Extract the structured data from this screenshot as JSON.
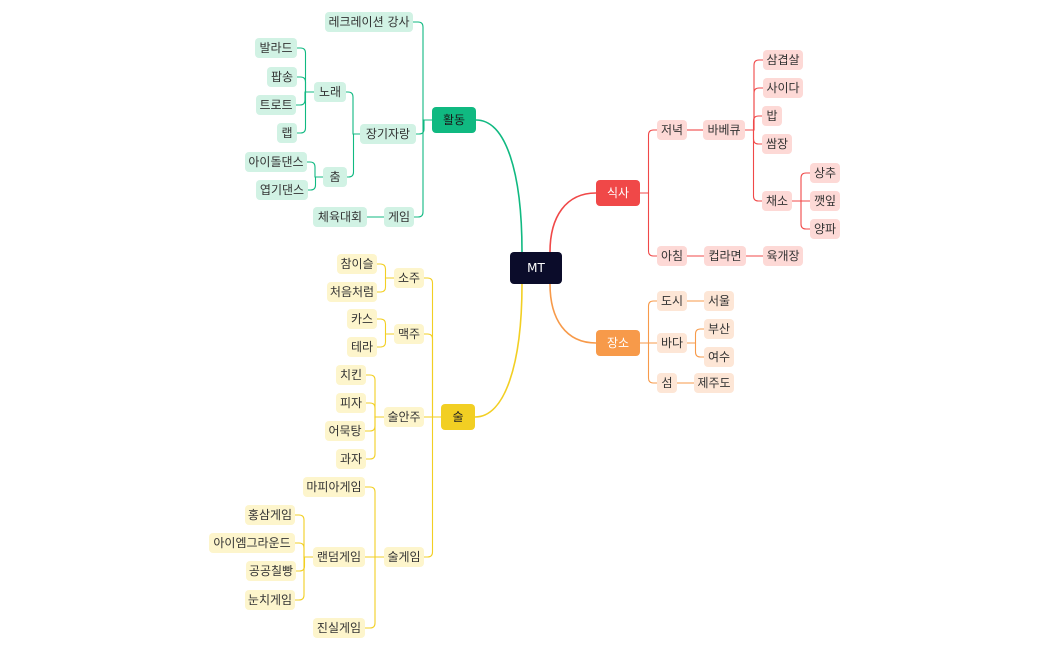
{
  "colors": {
    "root_bg": "#0b0c2a",
    "root_text": "#ffffff",
    "green": "#10b981",
    "green_light": "#d1f2e4",
    "red": "#f04848",
    "red_light": "#fdd9d6",
    "orange": "#f79a4a",
    "orange_light": "#fde6d6",
    "yellow": "#f2cf23",
    "yellow_light": "#fdf5cc",
    "text": "#333333"
  },
  "mindmap": {
    "root": {
      "id": "root",
      "label": "MT"
    },
    "branches": [
      {
        "id": "activity",
        "label": "활동",
        "color": "green",
        "children": [
          {
            "id": "recreation-instructor",
            "label": "레크레이션 강사"
          },
          {
            "id": "talent-show",
            "label": "장기자랑",
            "children": [
              {
                "id": "song",
                "label": "노래",
                "children": [
                  {
                    "id": "ballad",
                    "label": "발라드"
                  },
                  {
                    "id": "pop",
                    "label": "팝송"
                  },
                  {
                    "id": "trot",
                    "label": "트로트"
                  },
                  {
                    "id": "rap",
                    "label": "랩"
                  }
                ]
              },
              {
                "id": "dance",
                "label": "춤",
                "children": [
                  {
                    "id": "idol-dance",
                    "label": "아이돌댄스"
                  },
                  {
                    "id": "funny-dance",
                    "label": "엽기댄스"
                  }
                ]
              }
            ]
          },
          {
            "id": "game",
            "label": "게임",
            "children": [
              {
                "id": "sports-day",
                "label": "체육대회"
              }
            ]
          }
        ]
      },
      {
        "id": "meal",
        "label": "식사",
        "color": "red",
        "children": [
          {
            "id": "dinner",
            "label": "저녁",
            "children": [
              {
                "id": "bbq",
                "label": "바베큐",
                "children": [
                  {
                    "id": "samgyeopsal",
                    "label": "삼겹살"
                  },
                  {
                    "id": "cider",
                    "label": "사이다"
                  },
                  {
                    "id": "rice",
                    "label": "밥"
                  },
                  {
                    "id": "ssamjang",
                    "label": "쌈장"
                  },
                  {
                    "id": "vegetables",
                    "label": "채소",
                    "children": [
                      {
                        "id": "lettuce",
                        "label": "상추"
                      },
                      {
                        "id": "perilla",
                        "label": "깻잎"
                      },
                      {
                        "id": "onion",
                        "label": "양파"
                      }
                    ]
                  }
                ]
              }
            ]
          },
          {
            "id": "breakfast",
            "label": "아침",
            "children": [
              {
                "id": "cup-noodle",
                "label": "컵라면",
                "children": [
                  {
                    "id": "yukgaejang",
                    "label": "육개장"
                  }
                ]
              }
            ]
          }
        ]
      },
      {
        "id": "place",
        "label": "장소",
        "color": "orange",
        "children": [
          {
            "id": "city",
            "label": "도시",
            "children": [
              {
                "id": "seoul",
                "label": "서울"
              }
            ]
          },
          {
            "id": "sea",
            "label": "바다",
            "children": [
              {
                "id": "busan",
                "label": "부산"
              },
              {
                "id": "yeosu",
                "label": "여수"
              }
            ]
          },
          {
            "id": "island",
            "label": "섬",
            "children": [
              {
                "id": "jeju",
                "label": "제주도"
              }
            ]
          }
        ]
      },
      {
        "id": "alcohol",
        "label": "술",
        "color": "yellow",
        "children": [
          {
            "id": "soju",
            "label": "소주",
            "children": [
              {
                "id": "chamisul",
                "label": "참이슬"
              },
              {
                "id": "cheoeumcheoreom",
                "label": "처음처럼"
              }
            ]
          },
          {
            "id": "beer",
            "label": "맥주",
            "children": [
              {
                "id": "cass",
                "label": "카스"
              },
              {
                "id": "terra",
                "label": "테라"
              }
            ]
          },
          {
            "id": "snacks",
            "label": "술안주",
            "children": [
              {
                "id": "chicken",
                "label": "치킨"
              },
              {
                "id": "pizza",
                "label": "피자"
              },
              {
                "id": "fishcake-soup",
                "label": "어묵탕"
              },
              {
                "id": "chips",
                "label": "과자"
              }
            ]
          },
          {
            "id": "drinking-games",
            "label": "술게임",
            "children": [
              {
                "id": "mafia-game",
                "label": "마피아게임"
              },
              {
                "id": "random-game",
                "label": "랜덤게임",
                "children": [
                  {
                    "id": "red-ginseng-game",
                    "label": "홍삼게임"
                  },
                  {
                    "id": "i-am-ground",
                    "label": "아이엠그라운드"
                  },
                  {
                    "id": "gonggong-chilppang",
                    "label": "공공칠빵"
                  },
                  {
                    "id": "nunchi-game",
                    "label": "눈치게임"
                  }
                ]
              },
              {
                "id": "truth-game",
                "label": "진실게임"
              }
            ]
          }
        ]
      }
    ]
  }
}
